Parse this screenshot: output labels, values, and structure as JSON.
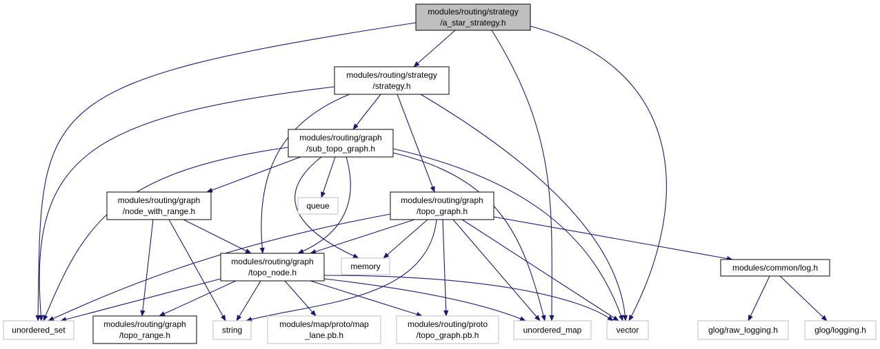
{
  "colors": {
    "edge": "#191970",
    "root_fill": "#bfbfbf",
    "node_fill": "#ffffff",
    "node_border": "#000000",
    "system_border": "#bfbfbf",
    "text": "#000000"
  },
  "nodes": [
    {
      "id": "a_star",
      "lines": [
        "modules/routing/strategy",
        "/a_star_strategy.h"
      ],
      "kind": "root"
    },
    {
      "id": "strategy",
      "lines": [
        "modules/routing/strategy",
        "/strategy.h"
      ],
      "kind": "local"
    },
    {
      "id": "sub_topo",
      "lines": [
        "modules/routing/graph",
        "/sub_topo_graph.h"
      ],
      "kind": "local"
    },
    {
      "id": "node_range",
      "lines": [
        "modules/routing/graph",
        "/node_with_range.h"
      ],
      "kind": "local"
    },
    {
      "id": "queue",
      "lines": [
        "queue"
      ],
      "kind": "system"
    },
    {
      "id": "topo_graph",
      "lines": [
        "modules/routing/graph",
        "/topo_graph.h"
      ],
      "kind": "local"
    },
    {
      "id": "memory",
      "lines": [
        "memory"
      ],
      "kind": "system"
    },
    {
      "id": "topo_node",
      "lines": [
        "modules/routing/graph",
        "/topo_node.h"
      ],
      "kind": "local"
    },
    {
      "id": "log",
      "lines": [
        "modules/common/log.h"
      ],
      "kind": "local"
    },
    {
      "id": "unordered_set",
      "lines": [
        "unordered_set"
      ],
      "kind": "system"
    },
    {
      "id": "topo_range",
      "lines": [
        "modules/routing/graph",
        "/topo_range.h"
      ],
      "kind": "local"
    },
    {
      "id": "string",
      "lines": [
        "string"
      ],
      "kind": "system"
    },
    {
      "id": "map_lane",
      "lines": [
        "modules/map/proto/map",
        "_lane.pb.h"
      ],
      "kind": "system"
    },
    {
      "id": "topo_graph_pb",
      "lines": [
        "modules/routing/proto",
        "/topo_graph.pb.h"
      ],
      "kind": "system"
    },
    {
      "id": "unordered_map",
      "lines": [
        "unordered_map"
      ],
      "kind": "system"
    },
    {
      "id": "vector",
      "lines": [
        "vector"
      ],
      "kind": "system"
    },
    {
      "id": "raw_logging",
      "lines": [
        "glog/raw_logging.h"
      ],
      "kind": "system"
    },
    {
      "id": "logging",
      "lines": [
        "glog/logging.h"
      ],
      "kind": "system"
    }
  ],
  "edges": [
    {
      "from": "a_star",
      "to": "strategy"
    },
    {
      "from": "a_star",
      "to": "unordered_set"
    },
    {
      "from": "a_star",
      "to": "unordered_map"
    },
    {
      "from": "a_star",
      "to": "vector"
    },
    {
      "from": "strategy",
      "to": "sub_topo"
    },
    {
      "from": "strategy",
      "to": "topo_graph"
    },
    {
      "from": "strategy",
      "to": "topo_node"
    },
    {
      "from": "strategy",
      "to": "unordered_set"
    },
    {
      "from": "strategy",
      "to": "vector"
    },
    {
      "from": "sub_topo",
      "to": "node_range"
    },
    {
      "from": "sub_topo",
      "to": "queue"
    },
    {
      "from": "sub_topo",
      "to": "memory"
    },
    {
      "from": "sub_topo",
      "to": "topo_node"
    },
    {
      "from": "sub_topo",
      "to": "unordered_set"
    },
    {
      "from": "sub_topo",
      "to": "unordered_map"
    },
    {
      "from": "sub_topo",
      "to": "vector"
    },
    {
      "from": "node_range",
      "to": "topo_node"
    },
    {
      "from": "node_range",
      "to": "topo_range"
    },
    {
      "from": "node_range",
      "to": "string"
    },
    {
      "from": "topo_graph",
      "to": "topo_node"
    },
    {
      "from": "topo_graph",
      "to": "memory"
    },
    {
      "from": "topo_graph",
      "to": "log"
    },
    {
      "from": "topo_graph",
      "to": "unordered_set"
    },
    {
      "from": "topo_graph",
      "to": "string"
    },
    {
      "from": "topo_graph",
      "to": "topo_graph_pb"
    },
    {
      "from": "topo_graph",
      "to": "unordered_map"
    },
    {
      "from": "topo_graph",
      "to": "vector"
    },
    {
      "from": "topo_node",
      "to": "unordered_set"
    },
    {
      "from": "topo_node",
      "to": "topo_range"
    },
    {
      "from": "topo_node",
      "to": "string"
    },
    {
      "from": "topo_node",
      "to": "map_lane"
    },
    {
      "from": "topo_node",
      "to": "topo_graph_pb"
    },
    {
      "from": "topo_node",
      "to": "unordered_map"
    },
    {
      "from": "topo_node",
      "to": "vector"
    },
    {
      "from": "log",
      "to": "raw_logging"
    },
    {
      "from": "log",
      "to": "logging"
    }
  ]
}
